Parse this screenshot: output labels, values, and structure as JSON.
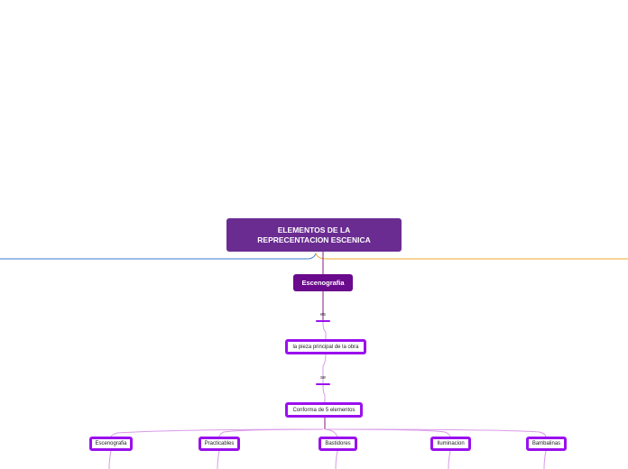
{
  "root": {
    "line1": "ELEMENTOS DE LA",
    "line2": "REPRECENTACION ESCENICA"
  },
  "main_topic": "Escenografia",
  "connectors": [
    {
      "label": "es"
    },
    {
      "label": "se"
    }
  ],
  "subtopics": [
    "la pieza principal de la obra",
    "Conforma de 5 elementos"
  ],
  "elements": [
    "Escenografia",
    "Practicables",
    "Bastidores",
    "Iluminacion",
    "Bambalinas"
  ],
  "colors": {
    "root_fill": "#6a2c91",
    "topic_fill": "#6a0a8c",
    "node_border": "#9b10ee",
    "branch_left": "#3a78d6",
    "branch_right": "#f0a72c",
    "trunk": "#8a1a8a",
    "child_lines": "#d99ae8"
  }
}
